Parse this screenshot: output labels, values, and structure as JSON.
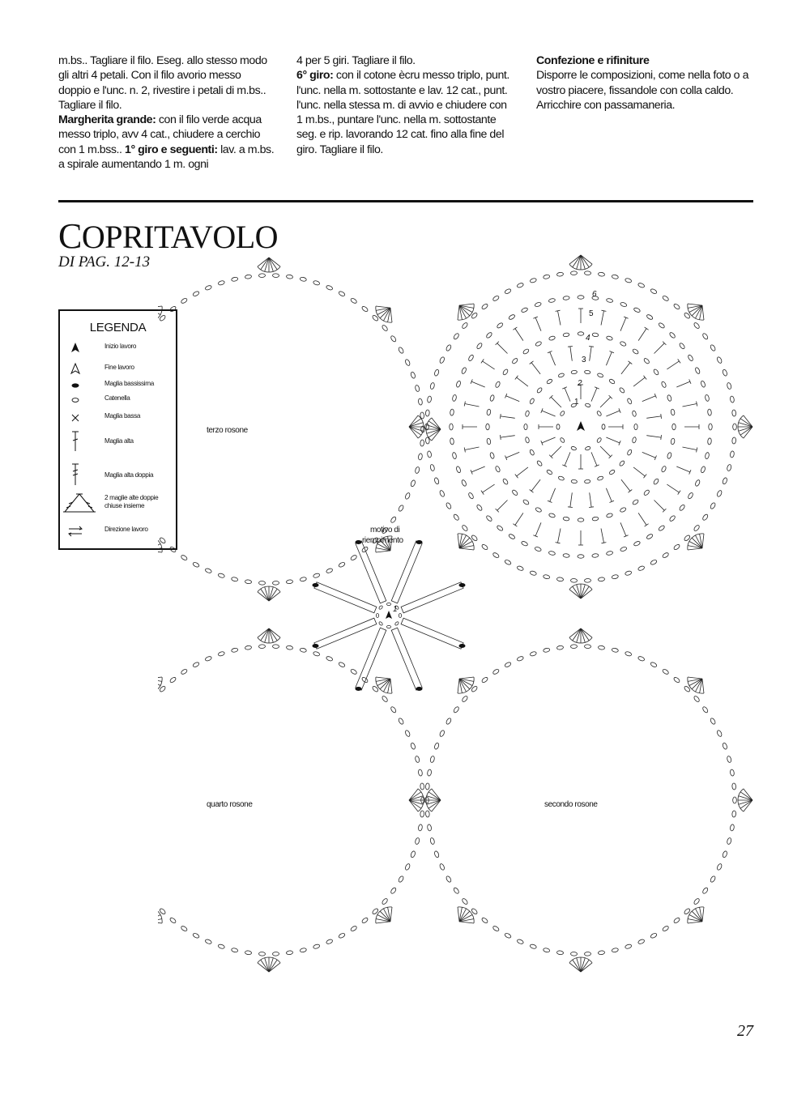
{
  "columns": {
    "col1": {
      "p1": "m.bs.. Tagliare il filo. Eseg. allo stesso modo gli altri 4 petali. Con il filo avorio messo doppio e l'unc. n. 2, rivestire i petali di m.bs.. Tagliare il filo.",
      "p2_head": "Margherita grande:",
      "p2_text": " con il filo verde acqua messo triplo, avv 4 cat., chiudere a cerchio con 1 m.bss.. ",
      "p2_head2": "1° giro e seguenti:",
      "p2_text2": " lav. a m.bs. a spirale aumentando 1 m. ogni"
    },
    "col2": {
      "p1": "4 per 5 giri. Tagliare il filo.",
      "p2_head": "6° giro:",
      "p2_text": " con il cotone ècru messo triplo, punt. l'unc. nella m. sottostante e lav. 12 cat., punt. l'unc. nella stessa m. di avvio e chiudere con 1 m.bs., puntare l'unc. nella m. sottostante seg. e rip. lavorando 12 cat. fino alla fine del giro. Tagliare il filo."
    },
    "col3": {
      "head": "Confezione e rifiniture",
      "text": "Disporre le composizioni, come nella foto o a vostro piacere, fissandole con colla caldo. Arricchire con passamaneria."
    }
  },
  "section": {
    "title_first": "C",
    "title_rest": "OPRITAVOLO",
    "subtitle": "DI PAG. 12-13"
  },
  "legend": {
    "title": "LEGENDA",
    "items": [
      "Inizio lavoro",
      "Fine lavoro",
      "Maglia bassissima",
      "Catenella",
      "Maglia bassa",
      "Maglia alta",
      "Maglia alta doppia",
      "2 maglie alte doppie chiuse insieme",
      "Direzione lavoro"
    ]
  },
  "diagram": {
    "labels": {
      "terzo": "terzo rosone",
      "motivo_line1": "motivo di",
      "motivo_line2": "riempimento",
      "quarto": "quarto rosone",
      "secondo": "secondo rosone"
    },
    "round_numbers": [
      "1",
      "2",
      "3",
      "4",
      "5",
      "6"
    ],
    "center_number": "1"
  },
  "page_number": "27"
}
